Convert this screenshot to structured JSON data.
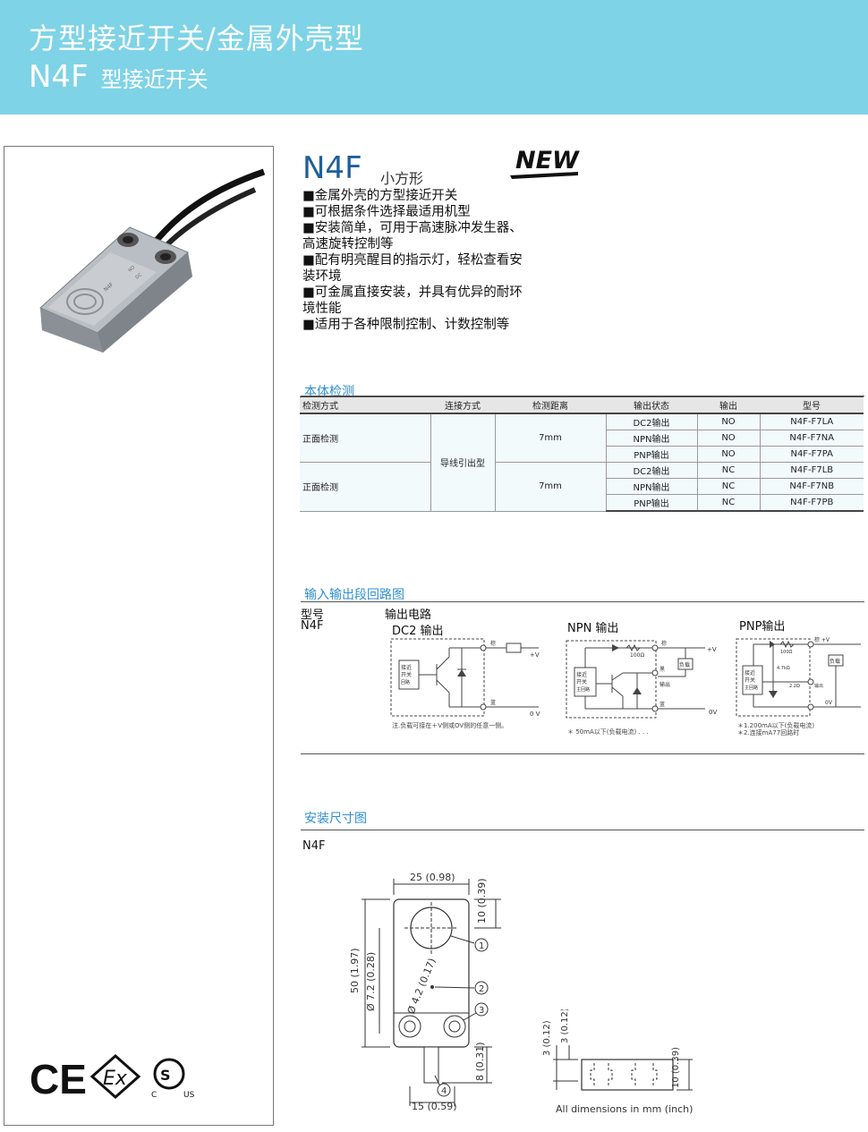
{
  "banner": {
    "title": "方型接近开关/金属外壳型",
    "model": "N4F",
    "model_sub": "型接近开关"
  },
  "header": {
    "model": "N4F",
    "model_sub": "小方形",
    "badge": "NEW"
  },
  "features": [
    "■金属外壳的方型接近开关",
    "■可根据条件选择最适用机型",
    "■安装简单，可用于高速脉冲发生器、高速旋转控制等",
    "■配有明亮醒目的指示灯，轻松查看安装环境",
    "■可金属直接安装，并具有优异的耐环境性能",
    "■适用于各种限制控制、计数控制等"
  ],
  "spec": {
    "title": "本体检测",
    "headers": [
      "检测方式",
      "连接方式",
      "检测距离",
      "输出状态",
      "输出",
      "型号"
    ],
    "group1": {
      "method": "正面检测",
      "distance": "7mm"
    },
    "group2": {
      "method": "正面检测",
      "distance": "7mm"
    },
    "connection": "导线引出型",
    "rows": [
      {
        "state": "DC2输出",
        "output": "NO",
        "model": "N4F-F7LA"
      },
      {
        "state": "NPN输出",
        "output": "NO",
        "model": "N4F-F7NA"
      },
      {
        "state": "PNP输出",
        "output": "NO",
        "model": "N4F-F7PA"
      },
      {
        "state": "DC2输出",
        "output": "NC",
        "model": "N4F-F7LB"
      },
      {
        "state": "NPN输出",
        "output": "NC",
        "model": "N4F-F7NB"
      },
      {
        "state": "PNP输出",
        "output": "NC",
        "model": "N4F-F7PB"
      }
    ]
  },
  "io": {
    "title": "输入输出段回路图",
    "type_label": "型号",
    "type_value": "N4F",
    "circuit_label": "输出电路",
    "dc2": {
      "title": "DC2 输出",
      "v": "+V",
      "zero": "0 V",
      "brown": "棕",
      "blue": "蓝",
      "box": "接近开关回路",
      "note": "注.负载可接在＋V侧或OV侧的任意一侧。"
    },
    "npn": {
      "title": "NPN 输出",
      "r": "100Ω",
      "v": "+V",
      "zero": "0V",
      "brown": "棕",
      "black": "黑",
      "blue": "蓝",
      "out": "输出",
      "load": "负载",
      "box": "接近开关主回路",
      "note": "＊ 50mA以下(负载电流) . . ."
    },
    "pnp": {
      "title": "PNP输出",
      "r1": "100Ω",
      "r2": "4.7kΩ",
      "r3": "2.2Ω",
      "v": "棕 +V",
      "zero": "0V",
      "load": "负载",
      "box": "接近开关主回路",
      "out": "输出",
      "note1": "＊1.200mA以下(负载电流)",
      "note2": "＊2.连接mA77回路时"
    }
  },
  "dims": {
    "title": "安装尺寸图",
    "model": "N4F",
    "w25": "25 (0.98)",
    "h10": "10 (0.39)",
    "h50": "50 (1.97)",
    "d72": "Ø 7.2 (0.28)",
    "d42": "Ø 4.2 (0.17)",
    "h8": "8 (0.31)",
    "w15": "15 (0.59)",
    "s3a": "3 (0.12)",
    "s3b": "3 (0.12)",
    "s10": "10 (0.39)",
    "c1": "1",
    "c2": "2",
    "c3": "3",
    "c4": "4",
    "footnote": "All dimensions in mm (inch)"
  },
  "certs": {
    "ce": "CE",
    "ex": "Ex",
    "csa_c": "C",
    "csa_us": "US"
  },
  "sensor_text": {
    "brand": "N4F",
    "line1": "NO",
    "line2": "DC"
  },
  "colors": {
    "banner": "#7fd3e6",
    "section_title": "#2f8fcf",
    "model": "#1f5f99"
  }
}
